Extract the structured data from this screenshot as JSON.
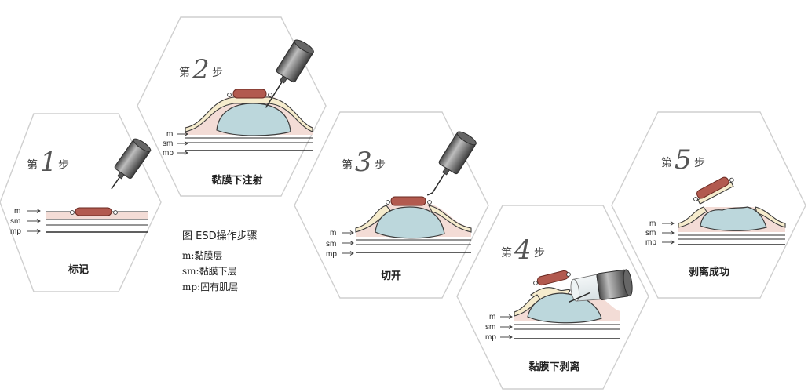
{
  "figure": {
    "legend": {
      "title": "图 ESD操作步骤",
      "items": [
        {
          "abbr": "m",
          "sep": ":",
          "term": "黏膜层"
        },
        {
          "abbr": "sm",
          "sep": ":",
          "term": "黏膜下层"
        },
        {
          "abbr": "mp",
          "sep": ":",
          "term": "固有肌层"
        }
      ]
    },
    "layer_labels": {
      "m": "m",
      "sm": "sm",
      "mp": "mp"
    },
    "arrow_glyph": "→",
    "steps": [
      {
        "prefix": "第",
        "number": "1",
        "suffix": "步",
        "caption": "标记"
      },
      {
        "prefix": "第",
        "number": "2",
        "suffix": "步",
        "caption": "黏膜下注射"
      },
      {
        "prefix": "第",
        "number": "3",
        "suffix": "步",
        "caption": "切开"
      },
      {
        "prefix": "第",
        "number": "4",
        "suffix": "步",
        "caption": "黏膜下剥离"
      },
      {
        "prefix": "第",
        "number": "5",
        "suffix": "步",
        "caption": "剥离成功"
      }
    ],
    "colors": {
      "hex_border": "#cfcfcf",
      "mucosa": "#f3dcd6",
      "tumor": "#b25a4f",
      "submucosal_fluid": "#bcd7dc",
      "lifted_fold": "#f6eccd",
      "instrument": "#8a8a8a"
    },
    "icons": {
      "instrument": "electrosurgical-knife-icon",
      "cap": "transparent-cap-icon"
    }
  }
}
